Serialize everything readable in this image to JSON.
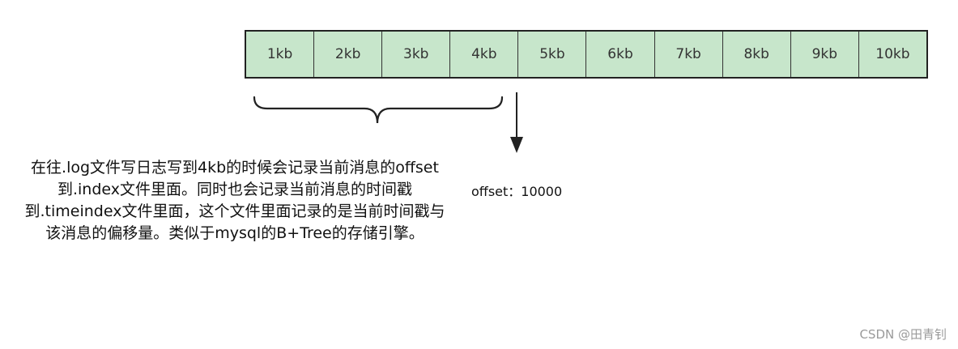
{
  "segments": [
    "1kb",
    "2kb",
    "3kb",
    "4kb",
    "5kb",
    "6kb",
    "7kb",
    "8kb",
    "9kb",
    "10kb"
  ],
  "description": "在往.log文件写日志写到4kb的时候会记录当前消息的offset到.index文件里面。同时也会记录当前消息的时间戳到.timeindex文件里面，这个文件里面记录的是当前时间戳与该消息的偏移量。类似于mysql的B+Tree的存储引擎。",
  "offset_label": "offset：10000",
  "watermark": "CSDN @田青钊",
  "colors": {
    "segment_fill": "#c7e6cb",
    "segment_border": "#222222",
    "text": "#111111",
    "watermark": "#9a9a9a"
  }
}
